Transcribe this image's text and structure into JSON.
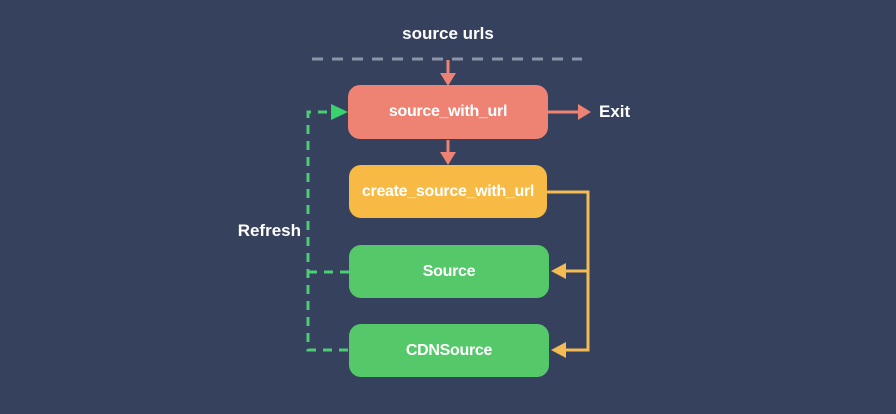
{
  "diagram": {
    "title": "source urls",
    "nodes": [
      {
        "id": "source_with_url",
        "label": "source_with_url",
        "color": "#ee8273"
      },
      {
        "id": "create_source_with_url",
        "label": "create_source_with_url",
        "color": "#f6ba45"
      },
      {
        "id": "Source",
        "label": "Source",
        "color": "#55c96a"
      },
      {
        "id": "CDNSource",
        "label": "CDNSource",
        "color": "#55c96a"
      }
    ],
    "labels": {
      "exit": "Exit",
      "refresh": "Refresh"
    },
    "edges": [
      {
        "from": "source urls",
        "to": "source_with_url",
        "style": "solid",
        "color": "#ee8273"
      },
      {
        "from": "source_with_url",
        "to": "Exit",
        "style": "solid",
        "color": "#ee8273"
      },
      {
        "from": "source_with_url",
        "to": "create_source_with_url",
        "style": "solid",
        "color": "#ee8273"
      },
      {
        "from": "create_source_with_url",
        "to": "Source",
        "style": "solid",
        "color": "#f2bb53"
      },
      {
        "from": "create_source_with_url",
        "to": "CDNSource",
        "style": "solid",
        "color": "#f2bb53"
      },
      {
        "from": "Source",
        "to": "source_with_url",
        "style": "dashed",
        "color": "#4ccc75",
        "label": "Refresh"
      },
      {
        "from": "CDNSource",
        "to": "source_with_url",
        "style": "dashed",
        "color": "#4ccc75",
        "label": "Refresh"
      }
    ],
    "colors": {
      "background": "#36415e",
      "salmon": "#ee8273",
      "yellow": "#f6ba45",
      "green": "#55c96a",
      "gray_dash": "#8a94a6",
      "yellow_line": "#f2bb53",
      "green_line": "#4ccc75",
      "green_arrowhead": "#38d36d",
      "text": "#ffffff"
    }
  }
}
